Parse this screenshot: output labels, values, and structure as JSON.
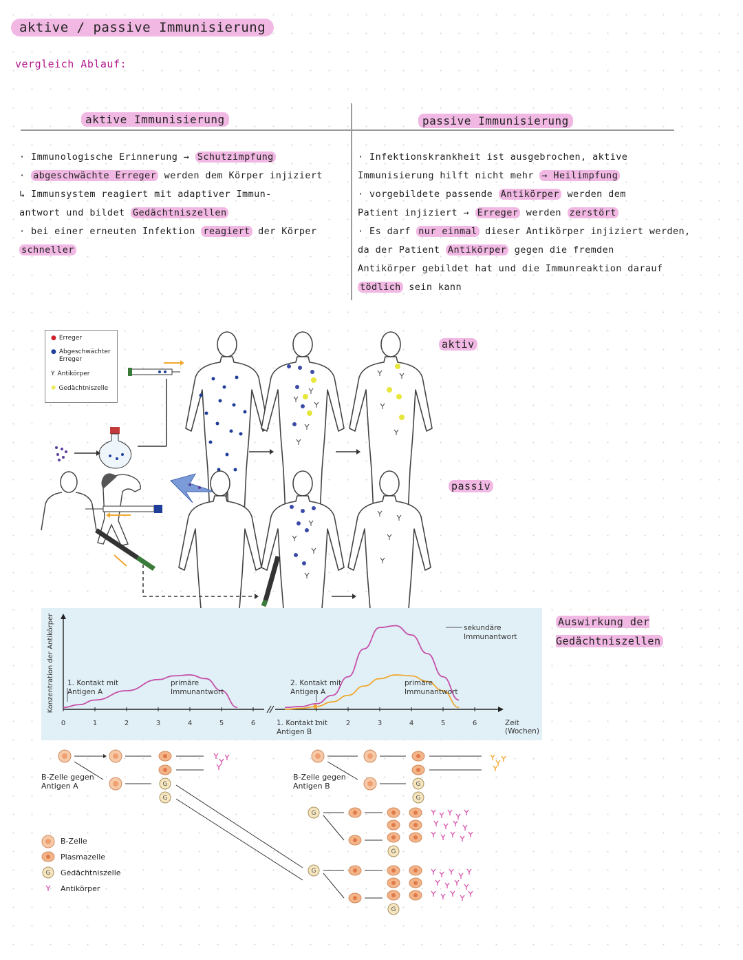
{
  "title": "aktive / passive Immunisierung",
  "subtitle": "vergleich Ablauf:",
  "table": {
    "left_head": "aktive Immunisierung",
    "right_head": "passive Immunisierung",
    "left_lines": [
      [
        {
          "t": "· Immunologische Erinnerung → ",
          "h": false
        },
        {
          "t": "Schutzimpfung",
          "h": true
        }
      ],
      [
        {
          "t": "· ",
          "h": false
        },
        {
          "t": "abgeschwächte Erreger",
          "h": true
        },
        {
          "t": " werden dem Körper injiziert",
          "h": false
        }
      ],
      [
        {
          "t": "↳ Immunsystem reagiert mit adaptiver Immun-",
          "h": false
        }
      ],
      [
        {
          "t": "  antwort und bildet ",
          "h": false
        },
        {
          "t": "Gedächtniszellen",
          "h": true
        }
      ],
      [
        {
          "t": "· bei einer erneuten Infektion ",
          "h": false
        },
        {
          "t": "reagiert",
          "h": true
        },
        {
          "t": " der Körper",
          "h": false
        }
      ],
      [
        {
          "t": "  ",
          "h": false
        },
        {
          "t": "schneller",
          "h": true
        }
      ]
    ],
    "right_lines": [
      [
        {
          "t": "· Infektionskrankheit ist ausgebrochen, aktive",
          "h": false
        }
      ],
      [
        {
          "t": "  Immunisierung hilft nicht mehr ",
          "h": false
        },
        {
          "t": "→ Heilimpfung",
          "h": true
        }
      ],
      [
        {
          "t": "· vorgebildete passende ",
          "h": false
        },
        {
          "t": "Antikörper",
          "h": true
        },
        {
          "t": " werden dem",
          "h": false
        }
      ],
      [
        {
          "t": "  Patient injiziert → ",
          "h": false
        },
        {
          "t": "Erreger",
          "h": true
        },
        {
          "t": " werden ",
          "h": false
        },
        {
          "t": "zerstört",
          "h": true
        }
      ],
      [
        {
          "t": "· Es darf ",
          "h": false
        },
        {
          "t": "nur einmal",
          "h": true
        },
        {
          "t": " dieser Antikörper injiziert werden,",
          "h": false
        }
      ],
      [
        {
          "t": "  da der Patient ",
          "h": false
        },
        {
          "t": "Antikörper",
          "h": true
        },
        {
          "t": " gegen die fremden",
          "h": false
        }
      ],
      [
        {
          "t": "  Antikörper gebildet hat und die Immunreaktion darauf",
          "h": false
        }
      ],
      [
        {
          "t": "  ",
          "h": false
        },
        {
          "t": "tödlich",
          "h": true
        },
        {
          "t": " sein kann",
          "h": false
        }
      ]
    ]
  },
  "diagram": {
    "label_active": "aktiv",
    "label_passive": "passiv",
    "legend": {
      "erreger": "Erreger",
      "abgeschwaecht": "Abgeschwächter Erreger",
      "antikoerper": "Antikörper",
      "gedaechtnis": "Gedächtniszelle"
    }
  },
  "chart_label": "Auswirkung der Gedächtniszellen",
  "chart_data": {
    "type": "line",
    "ylabel": "Konzentration der Antikörper",
    "xlabel": "Zeit (Wochen)",
    "x_ticks_left": [
      "0",
      "1",
      "2",
      "3",
      "4",
      "5",
      "6"
    ],
    "x_ticks_right": [
      "1",
      "2",
      "3",
      "4",
      "5",
      "6"
    ],
    "right_start_label": "1. Kontakt mit Antigen B",
    "annotations": {
      "contact1": "1. Kontakt mit Antigen A",
      "primary_left": "primäre Immunantwort",
      "contact2": "2. Kontakt mit Antigen A",
      "secondary": "sekundäre Immunantwort",
      "primary_right": "primäre Immunantwort"
    },
    "series": [
      {
        "name": "",
        "color": "#c54fa8",
        "segment": "left",
        "x": [
          0,
          0.5,
          1,
          2,
          3,
          3.5,
          4,
          4.5,
          5,
          5.5
        ],
        "y": [
          0.02,
          0.05,
          0.1,
          0.2,
          0.32,
          0.36,
          0.37,
          0.33,
          0.2,
          0.02
        ]
      },
      {
        "name": "",
        "color": "#c54fa8",
        "segment": "right",
        "x": [
          0,
          0.5,
          1,
          1.5,
          2,
          2.5,
          3,
          3.5,
          4,
          4.5,
          5,
          5.5
        ],
        "y": [
          0.02,
          0.03,
          0.06,
          0.15,
          0.35,
          0.65,
          0.88,
          0.9,
          0.8,
          0.6,
          0.35,
          0.1
        ]
      },
      {
        "name": "",
        "color": "#f0a830",
        "segment": "right",
        "x": [
          0,
          0.5,
          1,
          1.5,
          2,
          2.5,
          3,
          3.5,
          4,
          4.5,
          5,
          5.5
        ],
        "y": [
          0.0,
          0.01,
          0.03,
          0.08,
          0.15,
          0.25,
          0.33,
          0.37,
          0.36,
          0.3,
          0.2,
          0.02
        ]
      }
    ]
  },
  "cell_legend": {
    "bzelle": "B-Zelle",
    "plasma": "Plasmazelle",
    "gedaechtnis": "Gedächtniszelle",
    "antikoerper": "Antikörper"
  },
  "cell_labels": {
    "left": "B-Zelle gegen Antigen A",
    "right": "B-Zelle gegen Antigen B"
  },
  "colors": {
    "highlight": "#f2b8e4",
    "chart_bg": "#e1f0f7",
    "primary": "#c54fa8",
    "secondary": "#f0a830"
  }
}
